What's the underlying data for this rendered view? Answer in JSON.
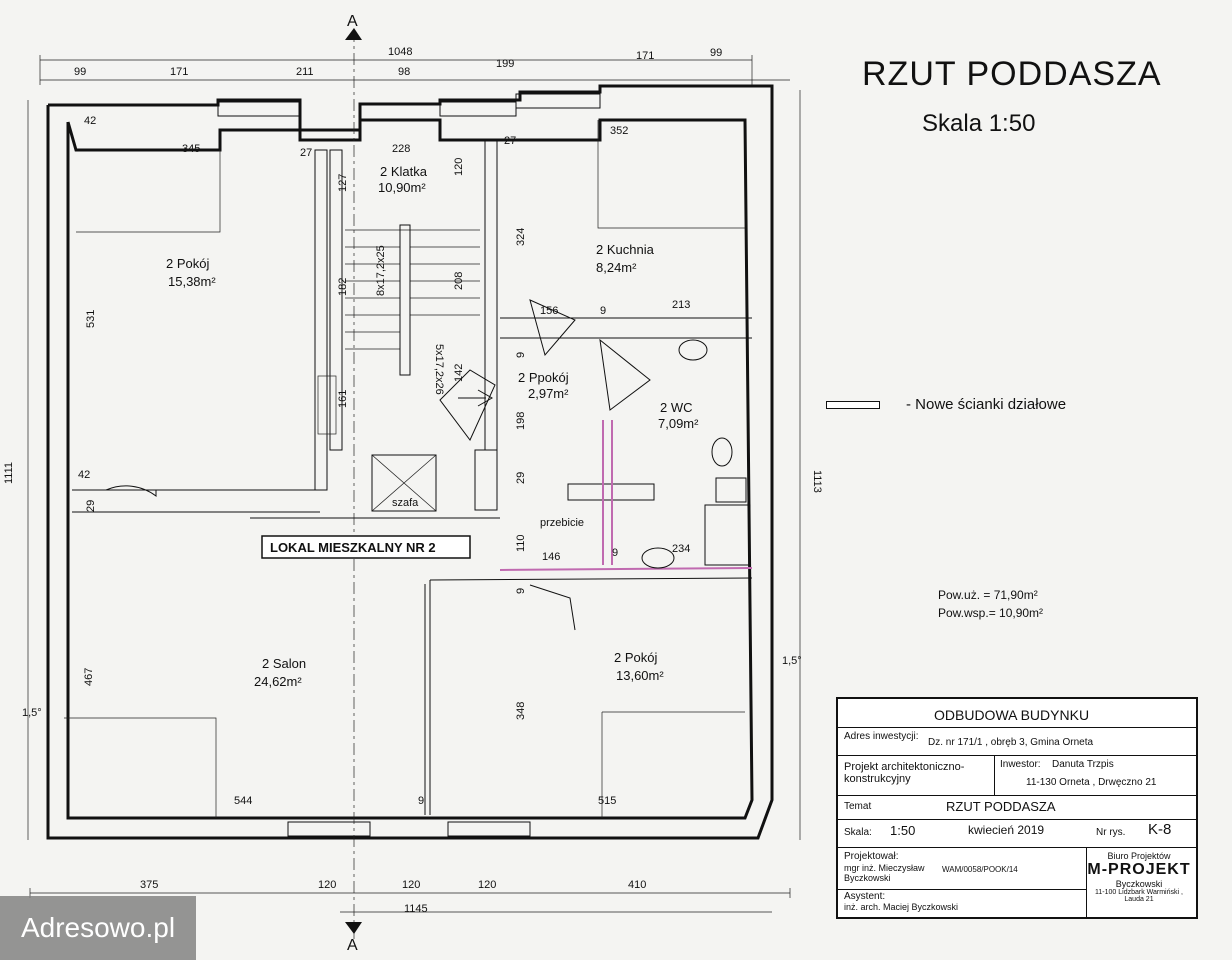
{
  "header": {
    "title": "RZUT PODDASZA",
    "scale": "Skala 1:50"
  },
  "legend": {
    "label": "- Nowe ścianki działowe",
    "color": "#c06ab0"
  },
  "section_marker": "A",
  "lokal_label": "LOKAL MIESZKALNY NR 2",
  "rooms": {
    "pokoj_left": {
      "name": "2 Pokój",
      "area": "15,38m²"
    },
    "klatka": {
      "name": "2 Klatka",
      "area": "10,90m²"
    },
    "kuchnia": {
      "name": "2 Kuchnia",
      "area": "8,24m²"
    },
    "ppokoj": {
      "name": "2 Ppokój",
      "area": "2,97m²"
    },
    "wc": {
      "name": "2 WC",
      "area": "7,09m²"
    },
    "salon": {
      "name": "2 Salon",
      "area": "24,62m²"
    },
    "pokoj_right": {
      "name": "2 Pokój",
      "area": "13,60m²"
    }
  },
  "labels": {
    "szafa": "szafa",
    "przebicie": "przebicie",
    "stairs_left": "8x17,2x25",
    "stairs_right": "5x17,2x26",
    "slope_left": "1,5°",
    "slope_right": "1,5°"
  },
  "dimensions": {
    "top_total": "1048",
    "top_row": [
      "99",
      "171",
      "211",
      "98",
      "199",
      "171",
      "99"
    ],
    "bottom_total": "1145",
    "bottom_row": [
      "375",
      "120",
      "120",
      "120",
      "410"
    ],
    "height_left": "1111",
    "height_right": "1113",
    "inner": [
      "42",
      "345",
      "27",
      "228",
      "27",
      "352",
      "127",
      "120",
      "324",
      "182",
      "208",
      "531",
      "161",
      "142",
      "156",
      "9",
      "213",
      "9",
      "198",
      "42",
      "29",
      "29",
      "110",
      "146",
      "9",
      "234",
      "9",
      "467",
      "348",
      "544",
      "9",
      "515"
    ]
  },
  "areas": {
    "usable": "Pow.uż. = 71,90m²",
    "shared": "Pow.wsp.= 10,90m²"
  },
  "titleblock": {
    "project_title": "ODBUDOWA BUDYNKU",
    "address_label": "Adres inwestycji:",
    "address_value": "Dz. nr 171/1 , obręb 3, Gmina Orneta",
    "project_type": "Projekt architektoniczno-konstrukcyjny",
    "investor_label": "Inwestor:",
    "investor_name": "Danuta Trzpis",
    "investor_address": "11-130 Orneta , Drwęczno 21",
    "topic_label": "Temat",
    "topic_value": "RZUT PODDASZA",
    "scale_label": "Skala:",
    "scale_value": "1:50",
    "date": "kwiecień 2019",
    "sheet_label": "Nr rys.",
    "sheet_value": "K-8",
    "designer_label": "Projektował:",
    "designer_name": "mgr inż. Mieczysław Byczkowski",
    "license": "WAM/0058/POOK/14",
    "assistant_label": "Asystent:",
    "assistant_name": "inż. arch. Maciej Byczkowski",
    "office_header": "Biuro Projektów",
    "office_name": "M-PROJEKT",
    "office_owner": "Byczkowski",
    "office_address": "11-100 Lidzbark Warmiński , Lauda 21"
  },
  "watermark": "Adresowo.pl"
}
